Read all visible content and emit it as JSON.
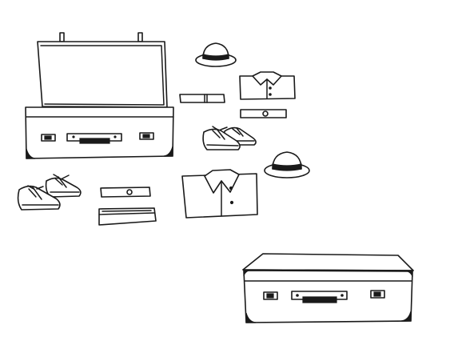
{
  "scene": {
    "background": "#ffffff",
    "ink": "#1a1a1a",
    "items": [
      {
        "name": "open-suitcase",
        "icon": "suitcase-open-icon"
      },
      {
        "name": "closed-suitcase",
        "icon": "suitcase-closed-icon"
      },
      {
        "name": "hat-small",
        "icon": "hat-icon"
      },
      {
        "name": "hat-large",
        "icon": "hat-icon"
      },
      {
        "name": "folded-shirt-small",
        "icon": "shirt-icon"
      },
      {
        "name": "folded-shirt-large",
        "icon": "shirt-icon"
      },
      {
        "name": "shoes-pair-upper",
        "icon": "shoe-icon"
      },
      {
        "name": "shoes-pair-lower",
        "icon": "shoe-icon"
      },
      {
        "name": "belt-1",
        "icon": "belt-icon"
      },
      {
        "name": "belt-2",
        "icon": "belt-icon"
      },
      {
        "name": "belt-3",
        "icon": "belt-icon"
      },
      {
        "name": "folded-towel",
        "icon": "towel-icon"
      }
    ]
  }
}
